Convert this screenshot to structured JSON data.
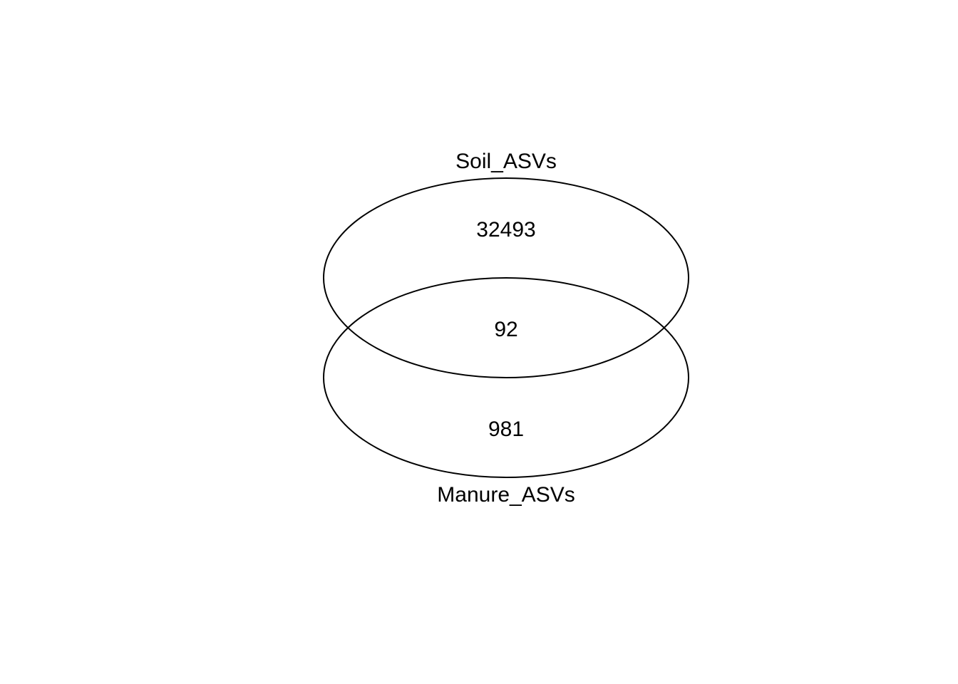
{
  "venn": {
    "sets": [
      {
        "label": "Soil_ASVs"
      },
      {
        "label": "Manure_ASVs"
      }
    ],
    "regions": {
      "soil_only": "32493",
      "intersection": "92",
      "manure_only": "981"
    },
    "stroke_color": "#000000",
    "background": "#ffffff"
  }
}
